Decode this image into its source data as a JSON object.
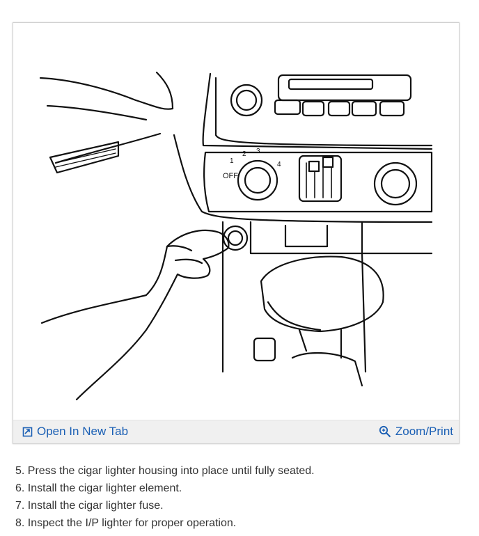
{
  "figure": {
    "open_label": "Open In New Tab",
    "zoom_label": "Zoom/Print",
    "icons": {
      "open": "open-in-new-tab-icon",
      "zoom": "zoom-magnifier-icon"
    },
    "diagram_labels": {
      "fan_off": "OFF",
      "fan_1": "1",
      "fan_2": "2",
      "fan_3": "3",
      "fan_4": "4"
    }
  },
  "steps": [
    "5. Press the cigar lighter housing into place until fully seated.",
    "6. Install the cigar lighter element.",
    "7. Install the cigar lighter fuse.",
    "8. Inspect the I/P lighter for proper operation."
  ],
  "colors": {
    "link": "#1a5fb4",
    "text": "#333333",
    "bar": "#f0f0f0"
  }
}
